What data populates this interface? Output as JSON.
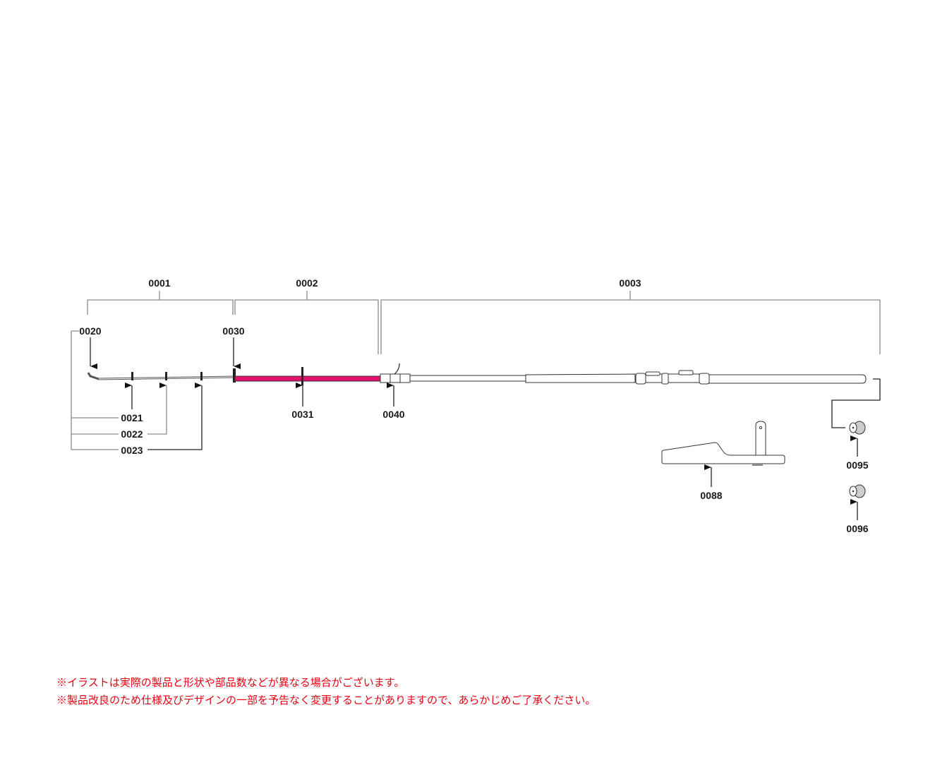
{
  "sections": {
    "s0001": "0001",
    "s0002": "0002",
    "s0003": "0003"
  },
  "parts": {
    "p0020": "0020",
    "p0030": "0030",
    "p0021": "0021",
    "p0022": "0022",
    "p0023": "0023",
    "p0031": "0031",
    "p0040": "0040",
    "p0088": "0088",
    "p0095": "0095",
    "p0096": "0096"
  },
  "colors": {
    "highlight_section": "#e5106e",
    "note_text": "#e60012"
  },
  "notes": [
    "※イラストは実際の製品と形状や部品数などが異なる場合がございます。",
    "※製品改良のため仕様及びデザインの一部を予告なく変更することがありますので、あらかじめご了承ください。"
  ]
}
